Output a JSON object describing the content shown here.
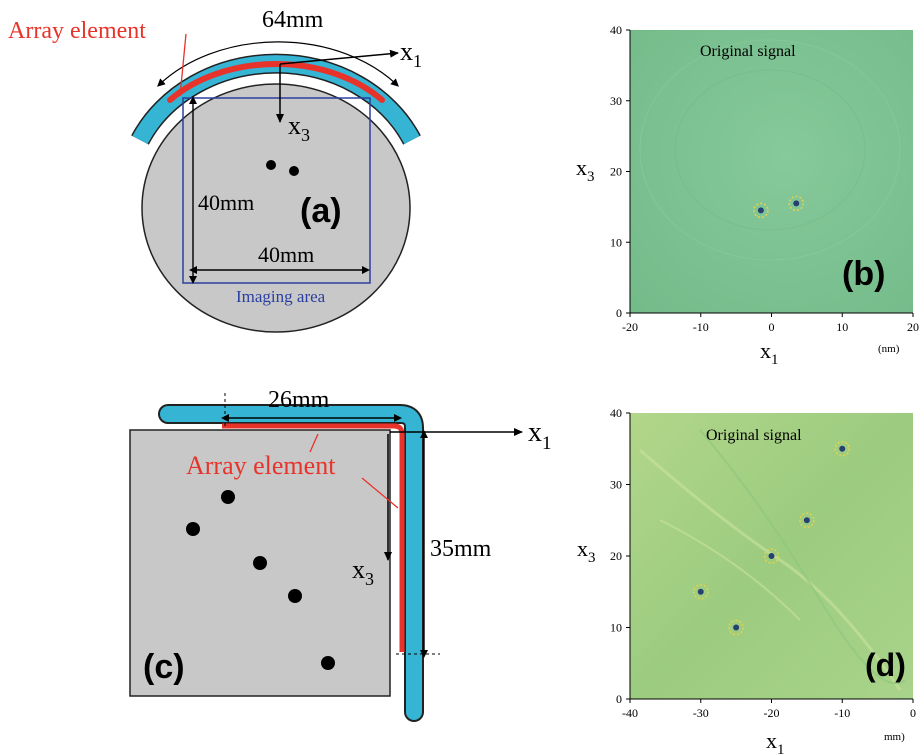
{
  "colors": {
    "array": "#e8332a",
    "sheath": "#35b4d4",
    "specimen": "#c8c8c8",
    "imaging_box": "#2b3fa0",
    "field_b": "#7cc08f",
    "field_d": "#a7cf7f"
  },
  "panel_a": {
    "array_label": "Array element",
    "arc_dim": "64mm",
    "x1": "x",
    "x1_sub": "1",
    "x3": "x",
    "x3_sub": "3",
    "height_dim": "40mm",
    "width_dim": "40mm",
    "letter": "(a)",
    "imaging_area": "Imaging area"
  },
  "panel_b": {
    "title": "Original signal",
    "letter": "(b)",
    "xlabel": "x",
    "xlabel_sub": "1",
    "ylabel": "x",
    "ylabel_sub": "3",
    "unit": "(nm)",
    "x_ticks": [
      "-20",
      "-10",
      "0",
      "10",
      "20"
    ],
    "y_ticks": [
      "0",
      "10",
      "20",
      "30",
      "40"
    ]
  },
  "panel_c": {
    "top_dim": "26mm",
    "array_label": "Array element",
    "x1": "x",
    "x1_sub": "1",
    "x3": "x",
    "x3_sub": "3",
    "side_dim": "35mm",
    "letter": "(c)"
  },
  "panel_d": {
    "title": "Original signal",
    "letter": "(d)",
    "xlabel": "x",
    "xlabel_sub": "1",
    "ylabel": "x",
    "ylabel_sub": "3",
    "unit": "mm)",
    "x_ticks": [
      "-40",
      "-30",
      "-20",
      "-10",
      "0"
    ],
    "y_ticks": [
      "0",
      "10",
      "20",
      "30",
      "40"
    ]
  },
  "chart_data": [
    {
      "type": "scatter",
      "title": "Original signal",
      "xlabel": "x1",
      "ylabel": "x3",
      "xlim": [
        -20,
        20
      ],
      "ylim": [
        40,
        0
      ],
      "series": [
        {
          "x": [
            -1.5,
            3.5
          ],
          "y": [
            14.5,
            15.5
          ]
        }
      ]
    },
    {
      "type": "scatter",
      "title": "Original signal",
      "xlabel": "x1",
      "ylabel": "x3",
      "xlim": [
        -40,
        0
      ],
      "ylim": [
        40,
        0
      ],
      "series": [
        {
          "x": [
            -25,
            -30,
            -20,
            -15,
            -10
          ],
          "y": [
            10,
            15,
            20,
            25,
            35
          ]
        }
      ]
    }
  ]
}
